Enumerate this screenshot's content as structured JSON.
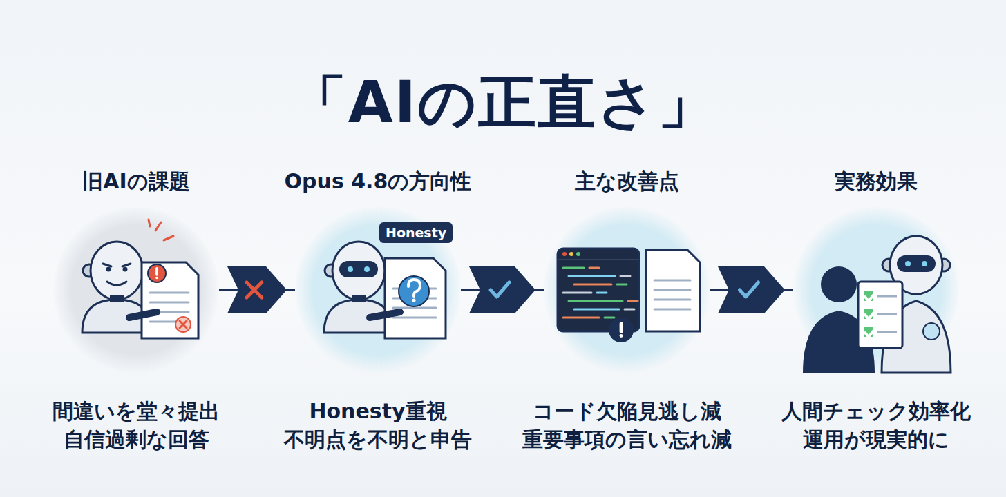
{
  "diagram": {
    "title": "「AIの正直さ」",
    "nodes": [
      {
        "text": [
          "旧AIの課題",
          "間違いを堂々提出 自信過剰な回答"
        ]
      },
      {
        "text": [
          "Opus 4.8の方向性",
          "Honesty重視 不明点を不明と申告"
        ]
      },
      {
        "text": [
          "主な改善点",
          "コード欠陥見逃し減 重要事項の言い忘れ減"
        ]
      },
      {
        "text": [
          "実務効果",
          "人間チェック効率化 運用が現実的に"
        ]
      }
    ],
    "edges": [
      {
        "from": 0,
        "to": 1,
        "arrow": "to"
      },
      {
        "from": 1,
        "to": 2,
        "arrow": "to"
      },
      {
        "from": 2,
        "to": 3,
        "arrow": "to"
      }
    ],
    "labels": [
      "Honesty"
    ]
  }
}
